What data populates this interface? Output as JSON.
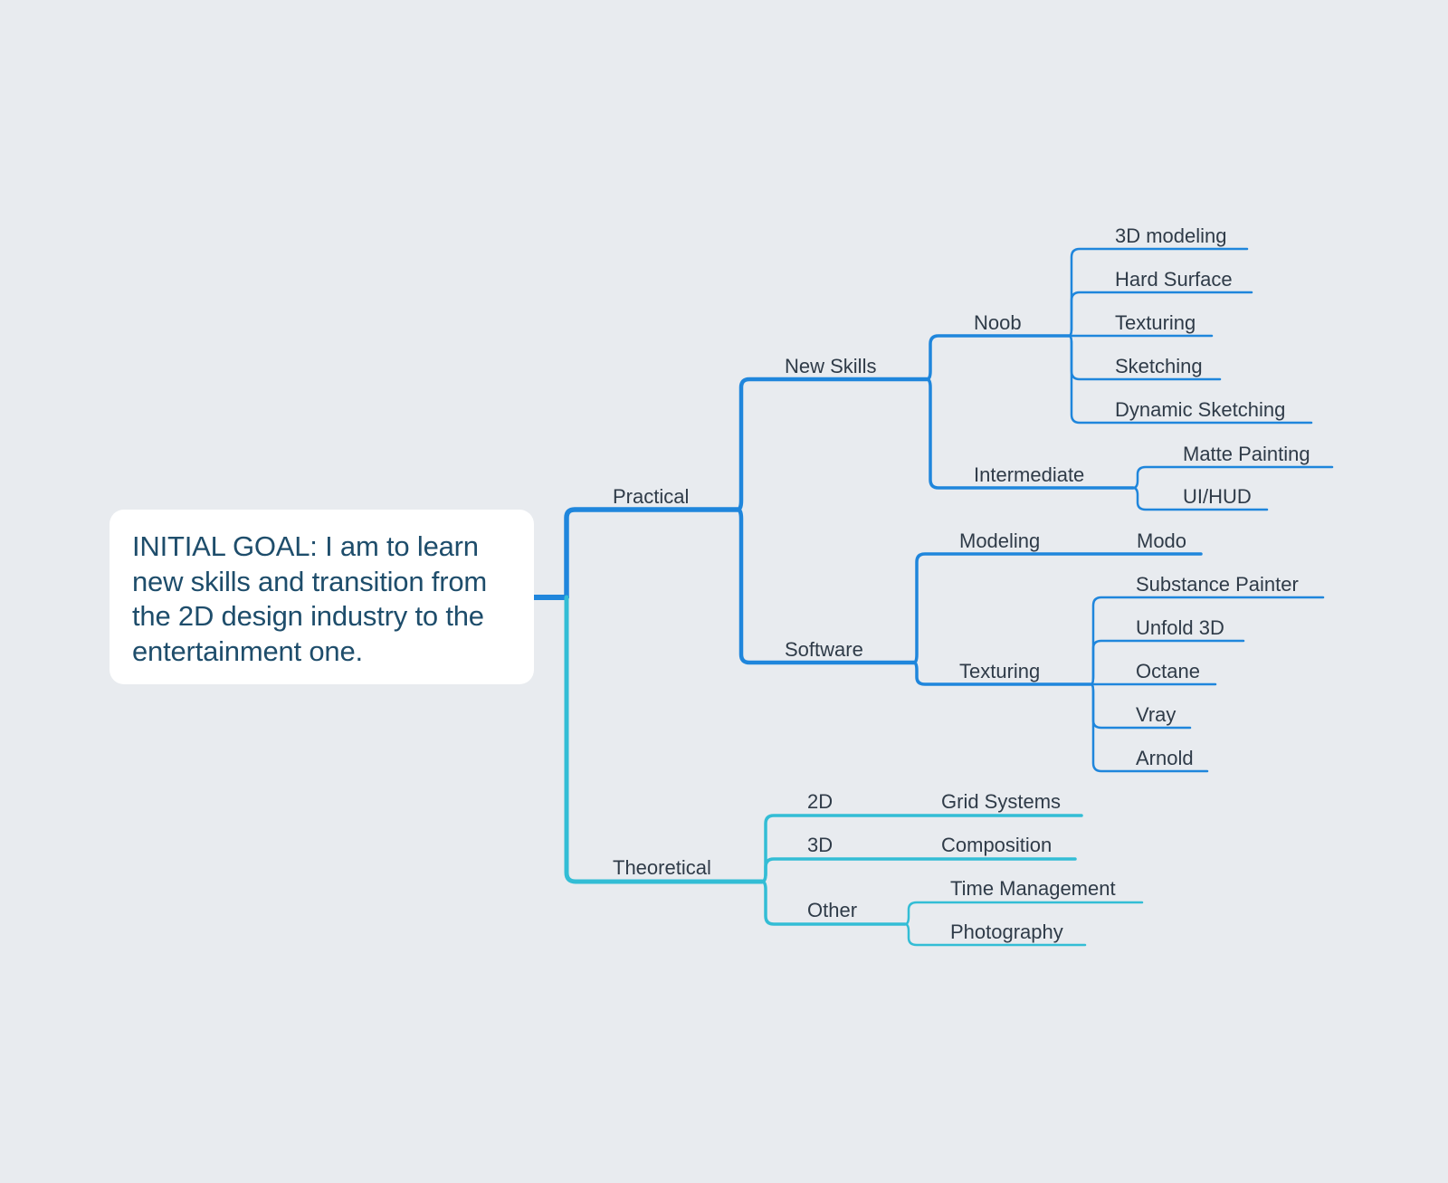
{
  "root": {
    "text": "INITIAL GOAL: I am to learn new skills and transition from the 2D design industry to the entertainment one."
  },
  "colors": {
    "background": "#e8ebef",
    "practical_branch": "#1f86dc",
    "theoretical_branch": "#33bdd5",
    "root_text": "#1e4d6b",
    "node_text": "#2f3b48"
  },
  "nodes": {
    "practical": "Practical",
    "new_skills": "New Skills",
    "noob": "Noob",
    "noob_3d_modeling": "3D modeling",
    "noob_hard_surface": "Hard Surface",
    "noob_texturing": "Texturing",
    "noob_sketching": "Sketching",
    "noob_dynamic_sketching": "Dynamic Sketching",
    "intermediate": "Intermediate",
    "matte_painting": "Matte Painting",
    "ui_hud": "UI/HUD",
    "software": "Software",
    "modeling": "Modeling",
    "modo": "Modo",
    "sw_texturing": "Texturing",
    "substance_painter": "Substance Painter",
    "unfold_3d": "Unfold 3D",
    "octane": "Octane",
    "vray": "Vray",
    "arnold": "Arnold",
    "theoretical": "Theoretical",
    "t_2d": "2D",
    "grid_systems": "Grid Systems",
    "t_3d": "3D",
    "composition": "Composition",
    "other": "Other",
    "time_management": "Time Management",
    "photography": "Photography"
  }
}
